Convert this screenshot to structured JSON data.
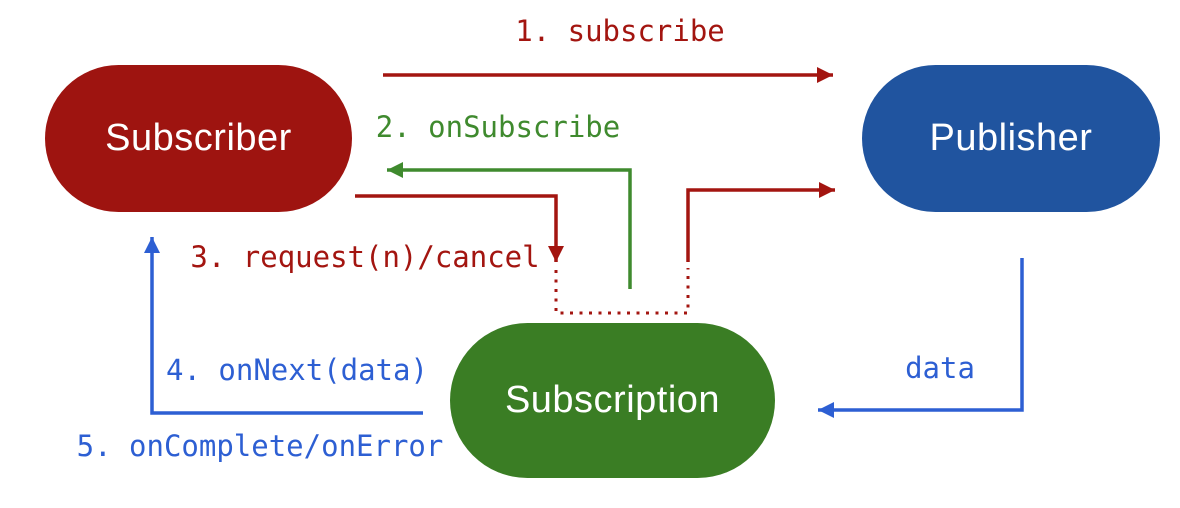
{
  "diagram": {
    "type": "flow-diagram",
    "topic": "Reactive Streams publisher-subscriber interaction",
    "nodes": [
      {
        "id": "subscriber",
        "label": "Subscriber",
        "shape": "stadium",
        "color_key": "node_red"
      },
      {
        "id": "publisher",
        "label": "Publisher",
        "shape": "stadium",
        "color_key": "node_blue"
      },
      {
        "id": "subscription",
        "label": "Subscription",
        "shape": "stadium",
        "color_key": "node_green"
      }
    ],
    "edges": [
      {
        "id": "subscribe",
        "label": "1. subscribe",
        "from": "subscriber",
        "to": "publisher",
        "style": "solid",
        "color_key": "arrow_red"
      },
      {
        "id": "onsubscribe",
        "label": "2. onSubscribe",
        "from": "subscription",
        "to": "subscriber",
        "style": "solid",
        "color_key": "arrow_green"
      },
      {
        "id": "request-cancel",
        "label": "3. request(n)/cancel",
        "from": "subscriber",
        "to": "subscription",
        "style": "solid-then-dotted-link-to-publisher",
        "color_key": "arrow_red"
      },
      {
        "id": "onnext",
        "label": "4. onNext(data)",
        "from": "subscription",
        "to": "subscriber",
        "style": "solid",
        "color_key": "arrow_blue"
      },
      {
        "id": "oncomplete-onerror",
        "label": "5. onComplete/onError",
        "from": "subscription",
        "to": "subscriber",
        "style": "solid",
        "color_key": "arrow_blue"
      },
      {
        "id": "data",
        "label": "data",
        "from": "publisher",
        "to": "subscription",
        "style": "solid",
        "color_key": "arrow_blue"
      }
    ]
  },
  "colors": {
    "background": "#ffffff",
    "node_red": "#9e1410",
    "node_blue": "#20549f",
    "node_green": "#3a7d24",
    "arrow_red": "#a31510",
    "arrow_green": "#3f8a2e",
    "arrow_blue": "#2d5fd3",
    "node_text": "#ffffff"
  }
}
